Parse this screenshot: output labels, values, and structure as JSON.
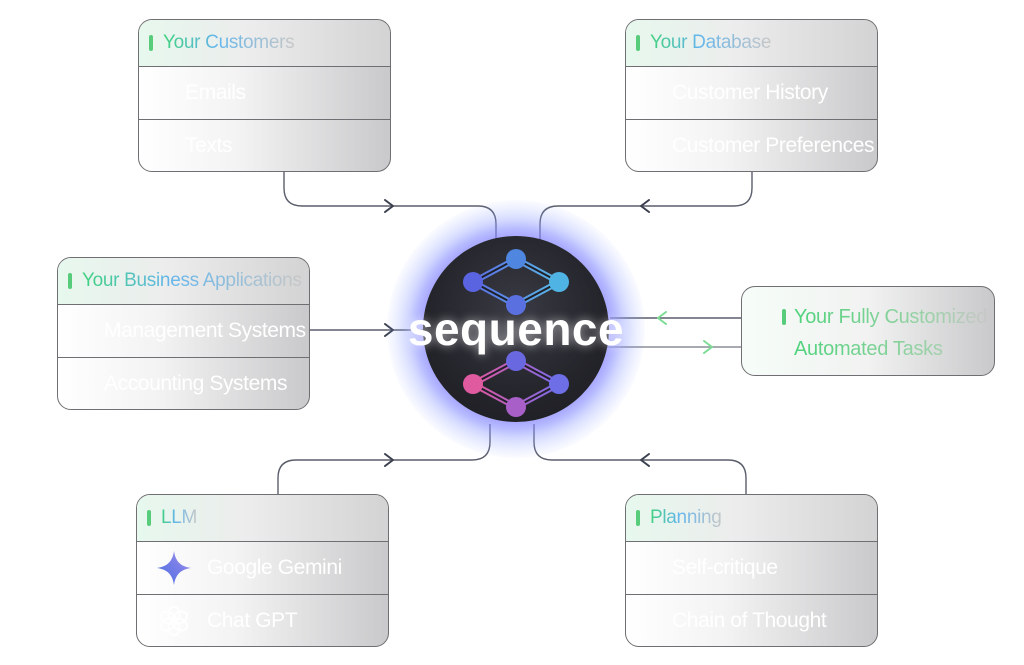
{
  "hub": {
    "label": "sequence"
  },
  "cards": {
    "customers": {
      "title": "Your Customers",
      "items": [
        "Emails",
        "Texts"
      ]
    },
    "database": {
      "title": "Your Database",
      "items": [
        "Customer History",
        "Customer Preferences"
      ]
    },
    "business": {
      "title": "Your Business Applications",
      "items": [
        "Management Systems",
        "Accounting Systems"
      ]
    },
    "llm": {
      "title": "LLM",
      "items": [
        "Google Gemini",
        "Chat GPT"
      ]
    },
    "planning": {
      "title": "Planning",
      "items": [
        "Self-critique",
        "Chain of Thought"
      ]
    },
    "output": {
      "title_line1": "Your Fully Customized",
      "title_line2": "Automated Tasks"
    }
  },
  "icons": {
    "gemini": "gemini-sparkle-icon",
    "chatgpt": "openai-logo-icon",
    "arrow": "arrowhead-icon"
  },
  "colors": {
    "accent_green": "#57cc7a",
    "accent_blue": "#64b6ec",
    "hub_dark": "#24242b",
    "connector": "#5a5e6b"
  }
}
